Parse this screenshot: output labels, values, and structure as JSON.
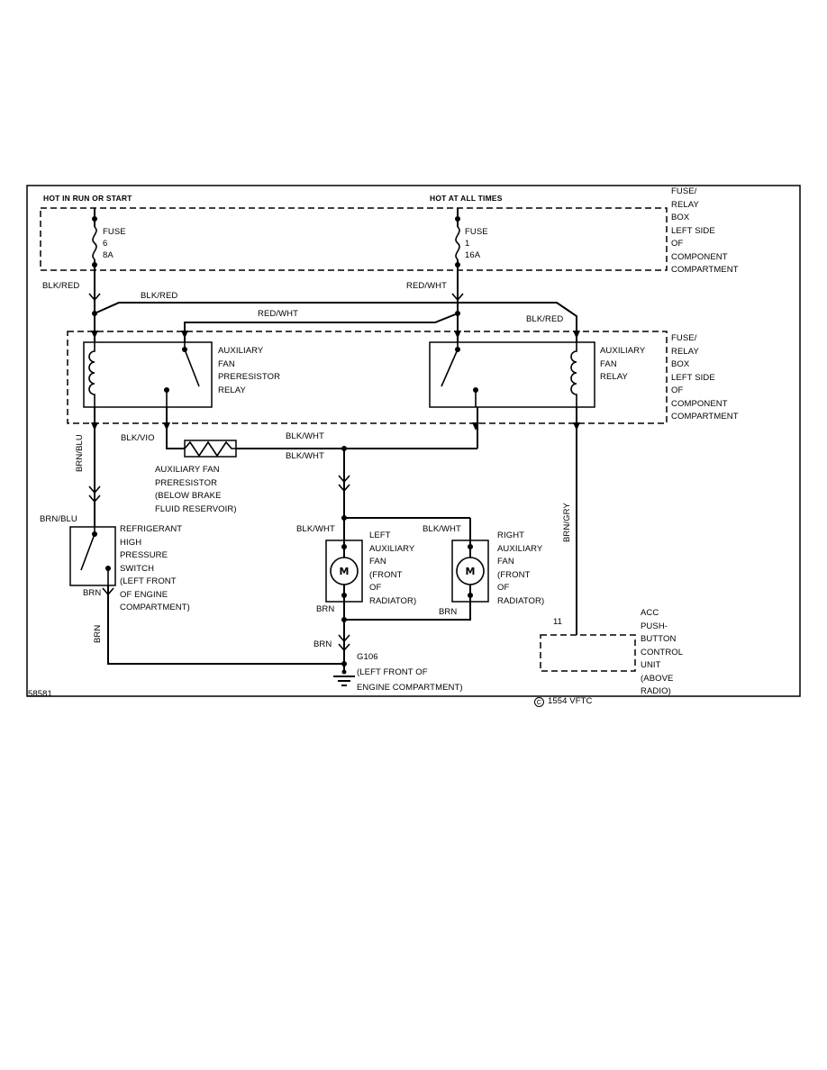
{
  "meta": {
    "sheet_number": "58581",
    "copyright_symbol": "C",
    "copyright_text": "1554 VFTC"
  },
  "power": {
    "left": "HOT IN RUN OR START",
    "right": "HOT AT ALL TIMES"
  },
  "boxes": {
    "fuse_note_top": "FUSE/\nRELAY\nBOX\nLEFT SIDE\nOF\nCOMPONENT\nCOMPARTMENT",
    "fuse_note_mid": "FUSE/\nRELAY\nBOX\nLEFT SIDE\nOF\nCOMPONENT\nCOMPARTMENT"
  },
  "fuses": {
    "fuse6": "FUSE\n6\n8A",
    "fuse1": "FUSE\n1\n16A"
  },
  "relays": {
    "preresistor": "AUXILIARY\nFAN\nPRERESISTOR\nRELAY",
    "fan": "AUXILIARY\nFAN\nRELAY"
  },
  "components": {
    "preresistor_note": "AUXILIARY FAN\nPRERESISTOR\n(BELOW BRAKE\nFLUID RESERVOIR)",
    "pressure_switch": "REFRIGERANT\nHIGH\nPRESSURE\nSWITCH\n(LEFT FRONT\nOF ENGINE\nCOMPARTMENT)",
    "left_fan": "LEFT\nAUXILIARY\nFAN\n(FRONT\nOF\nRADIATOR)",
    "right_fan": "RIGHT\nAUXILIARY\nFAN\n(FRONT\nOF\nRADIATOR)",
    "acc_unit": "ACC\nPUSH-\nBUTTON\nCONTROL\nUNIT\n(ABOVE\nRADIO)",
    "ground": "G106\n(LEFT FRONT OF\nENGINE COMPARTMENT)",
    "acc_pin": "11",
    "motor": "M"
  },
  "wire_labels": {
    "blk_red_left": "BLK/RED",
    "blk_red_branch": "BLK/RED",
    "blk_red_right": "BLK/RED",
    "red_wht_main": "RED/WHT",
    "red_wht_branch": "RED/WHT",
    "blk_vio": "BLK/VIO",
    "blk_wht_resistor_out": "BLK/WHT",
    "blk_wht_relay_out": "BLK/WHT",
    "blk_wht_left_fan": "BLK/WHT",
    "blk_wht_right_fan": "BLK/WHT",
    "brn_blu_vertical": "BRN/BLU",
    "brn_blu_switch": "BRN/BLU",
    "brn_switch_out": "BRN",
    "brn_vertical": "BRN",
    "brn_left_fan": "BRN",
    "brn_right_fan": "BRN",
    "brn_ground": "BRN",
    "brn_gry_vertical": "BRN/GRY"
  },
  "colors": {
    "line": "#000000",
    "background": "#ffffff"
  }
}
